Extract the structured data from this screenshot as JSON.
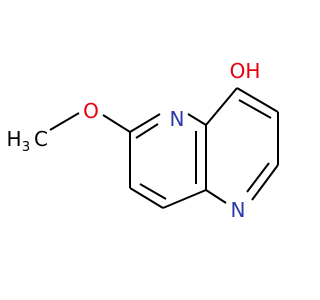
{
  "molecule": {
    "atoms": {
      "oh": "OH",
      "n_top": "N",
      "n_bottom": "N",
      "o_methoxy": "O",
      "methyl_h": "H",
      "methyl_sub": "3",
      "methyl_c": "C"
    }
  },
  "colors": {
    "bond": "#000000",
    "oxygen": "#e8000f",
    "nitrogen": "#2b3aa8",
    "carbon": "#000000",
    "background": "#ffffff"
  }
}
